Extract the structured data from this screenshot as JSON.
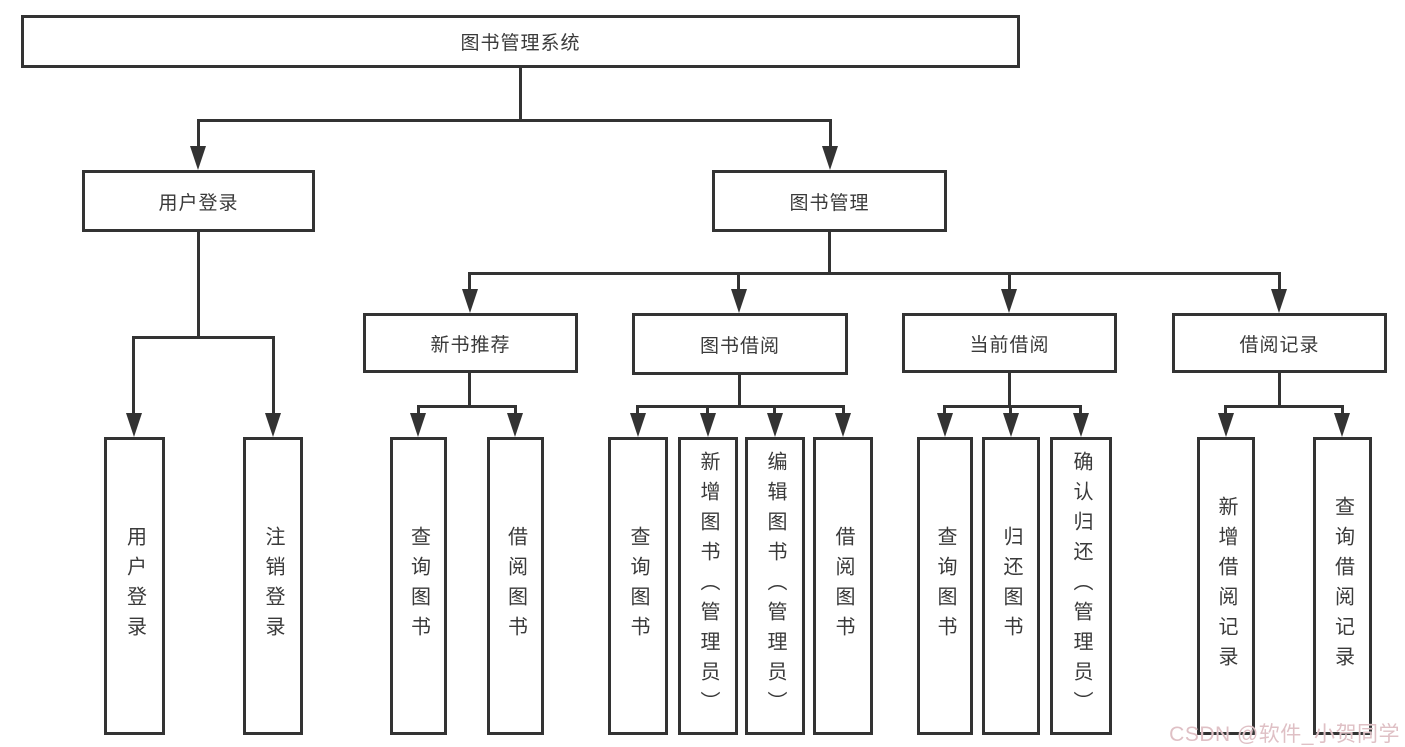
{
  "colors": {
    "line": "#333333",
    "text": "#3a3a3a",
    "bg": "#ffffff",
    "watermark": "#dfc0c5"
  },
  "tree": {
    "root": {
      "label": "图书管理系统",
      "children": [
        {
          "label": "用户登录",
          "children": [
            {
              "label": "用户登录"
            },
            {
              "label": "注销登录"
            }
          ]
        },
        {
          "label": "图书管理",
          "children": [
            {
              "label": "新书推荐",
              "children": [
                {
                  "label": "查询图书"
                },
                {
                  "label": "借阅图书"
                }
              ]
            },
            {
              "label": "图书借阅",
              "children": [
                {
                  "label": "查询图书"
                },
                {
                  "label": "新增图书（管理员）"
                },
                {
                  "label": "编辑图书（管理员）"
                },
                {
                  "label": "借阅图书"
                }
              ]
            },
            {
              "label": "当前借阅",
              "children": [
                {
                  "label": "查询图书"
                },
                {
                  "label": "归还图书"
                },
                {
                  "label": "确认归还（管理员）"
                }
              ]
            },
            {
              "label": "借阅记录",
              "children": [
                {
                  "label": "新增借阅记录"
                },
                {
                  "label": "查询借阅记录"
                }
              ]
            }
          ]
        }
      ]
    }
  },
  "watermark": {
    "text": "CSDN @软件_小贺同学"
  }
}
